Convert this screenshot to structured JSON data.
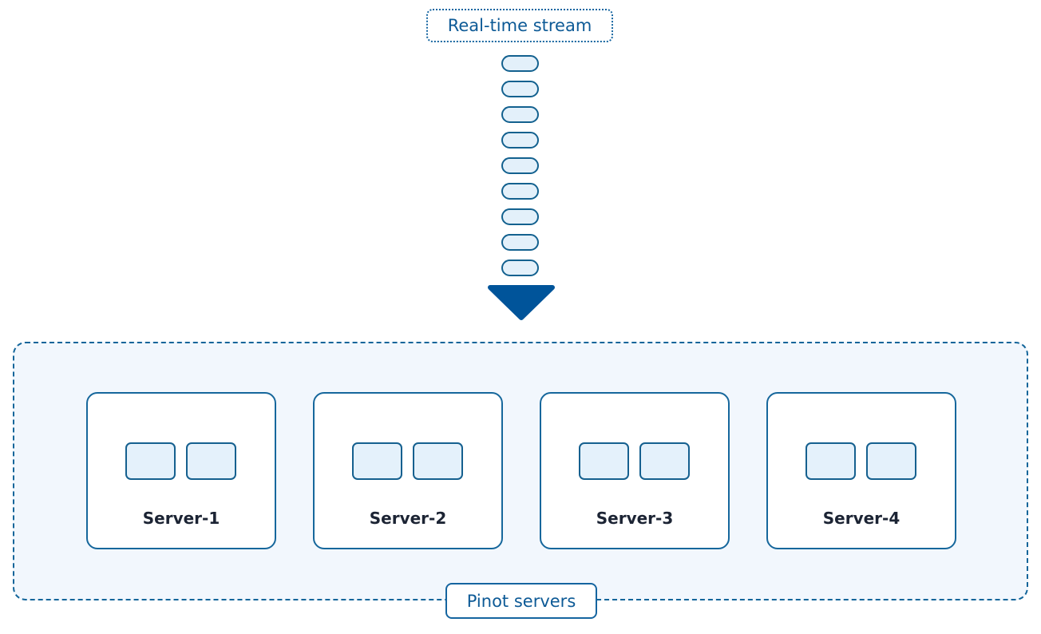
{
  "stream": {
    "label": "Real-time stream",
    "message_count": 9
  },
  "cluster": {
    "label": "Pinot servers"
  },
  "servers": [
    {
      "label": "Server-1",
      "segments": 2
    },
    {
      "label": "Server-2",
      "segments": 2
    },
    {
      "label": "Server-3",
      "segments": 2
    },
    {
      "label": "Server-4",
      "segments": 2
    }
  ],
  "colors": {
    "primary": "#0d5a96",
    "accent_fill": "#e4f1fb",
    "arrow": "#00549a",
    "cluster_background": "#f2f7fd",
    "server_label": "#1c2434"
  }
}
